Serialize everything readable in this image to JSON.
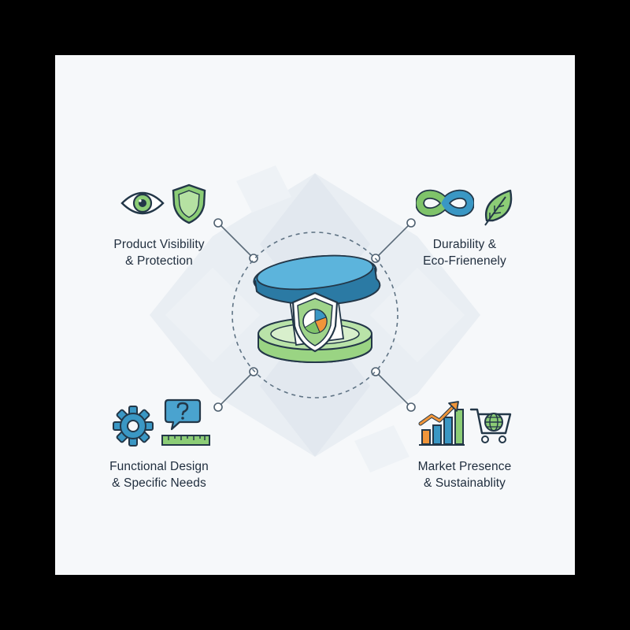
{
  "colors": {
    "background": "#f6f8fa",
    "frame": "#000000",
    "primary_blue": "#3a97c4",
    "accent_green": "#7fc36a",
    "accent_orange": "#f0953a",
    "outline": "#233748",
    "connector": "#5b6b79"
  },
  "nodes": [
    {
      "id": "top-left",
      "line1": "Product Visibility",
      "line2": "& Protection",
      "icons": [
        "eye-icon",
        "shield-icon"
      ]
    },
    {
      "id": "top-right",
      "line1": "Durability &",
      "line2": "Eco-Frienenely",
      "icons": [
        "infinity-icon",
        "leaf-icon"
      ]
    },
    {
      "id": "bottom-left",
      "line1": "Functional Design",
      "line2": "& Specific Needs",
      "icons": [
        "gear-icon",
        "question-bubble-icon",
        "ruler-icon"
      ]
    },
    {
      "id": "bottom-right",
      "line1": "Market Presence",
      "line2": "& Sustainablity",
      "icons": [
        "growth-chart-icon",
        "shopping-cart-globe-icon"
      ]
    }
  ],
  "hub": {
    "icon": "open-packaging-box-with-shield-icon",
    "ring_style": "dashed"
  }
}
